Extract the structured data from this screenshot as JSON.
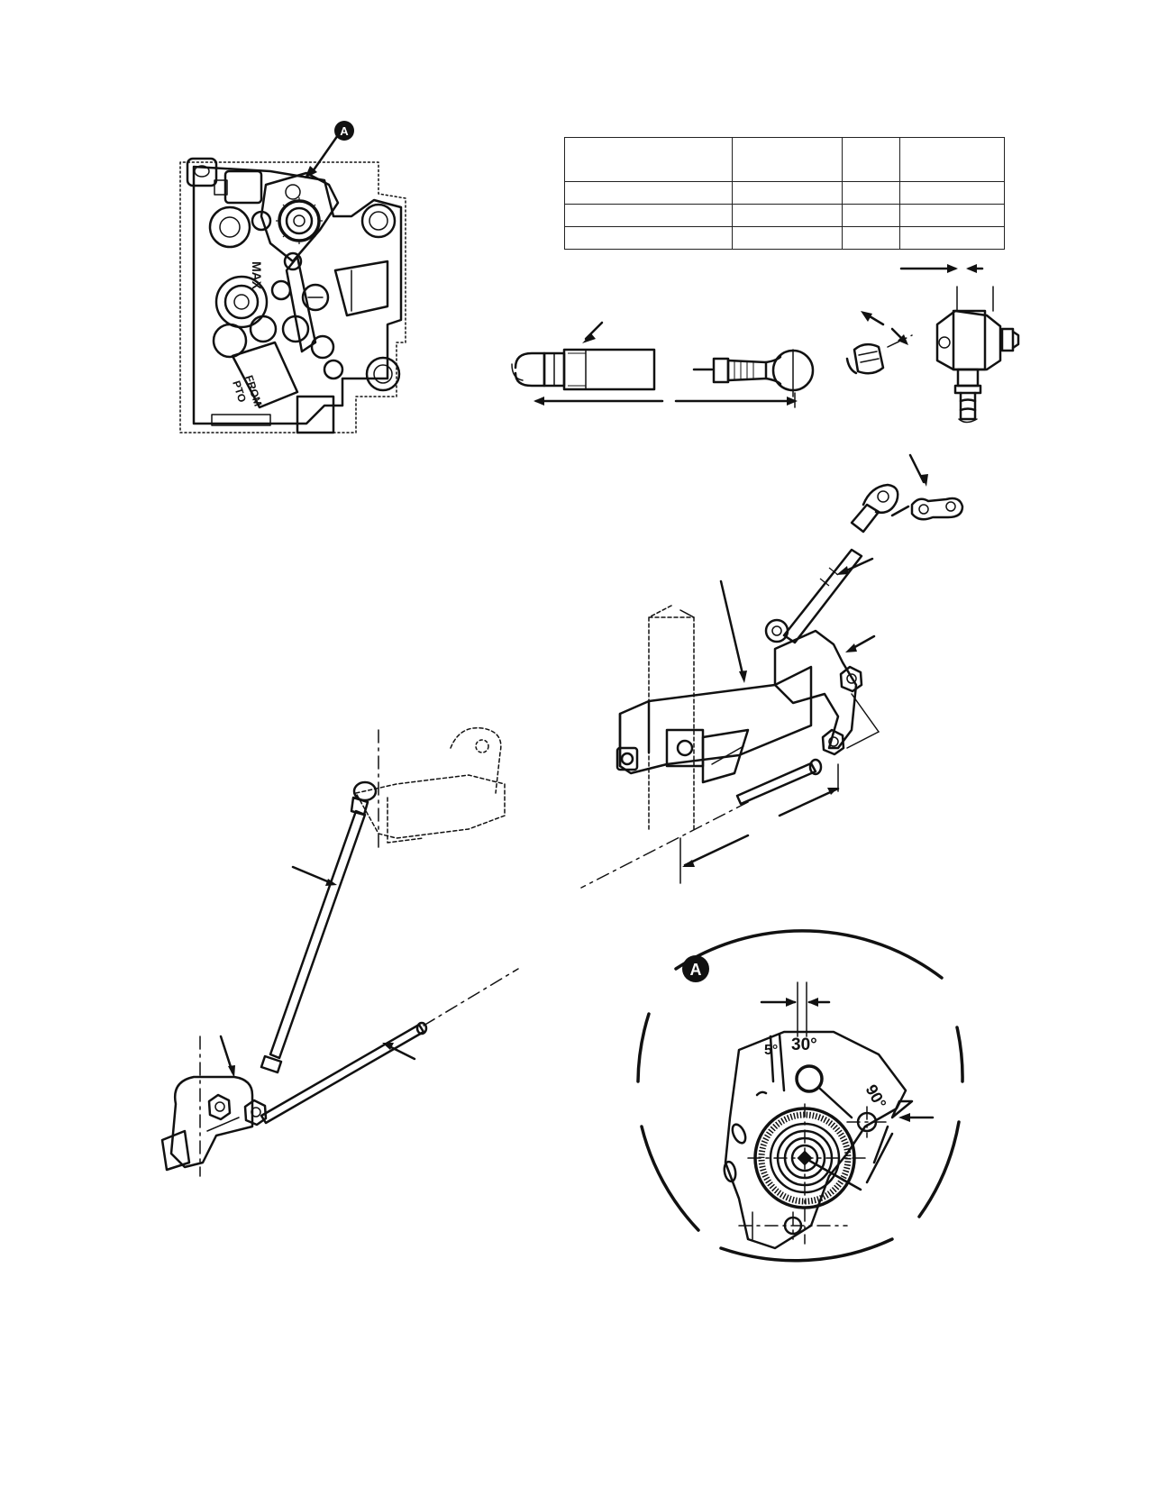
{
  "callouts": {
    "top_photo": "A",
    "detail_circle": "A"
  },
  "pump_photo": {
    "label_max": "MAX",
    "label_from_pto_1": "FROM",
    "label_from_pto_2": "PTO"
  },
  "detail_dial": {
    "mark_5": "5°",
    "mark_30": "30°",
    "mark_90": "90°"
  },
  "spec_table": {
    "columns": 4,
    "rows": 3
  },
  "colors": {
    "ink": "#111111",
    "callout_fill": "#111111",
    "paper": "#ffffff"
  }
}
